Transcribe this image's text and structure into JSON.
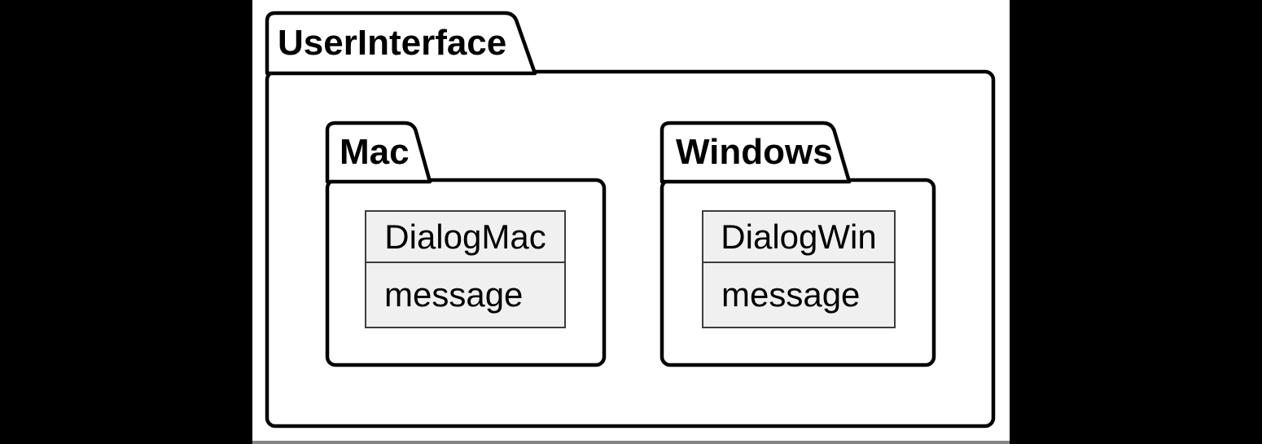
{
  "diagram": {
    "type": "uml-package-diagram",
    "colors": {
      "letterbox": "#000000",
      "line": "#000000",
      "class_fill": "#f0f0f0",
      "class_border": "#3d3d3d",
      "bottom_line": "#858585",
      "background": "#ffffff"
    },
    "outer_package": {
      "name": "UserInterface",
      "packages": [
        {
          "name": "Mac",
          "class": {
            "name": "DialogMac",
            "attributes": [
              "message"
            ]
          }
        },
        {
          "name": "Windows",
          "class": {
            "name": "DialogWin",
            "attributes": [
              "message"
            ]
          }
        }
      ]
    }
  }
}
